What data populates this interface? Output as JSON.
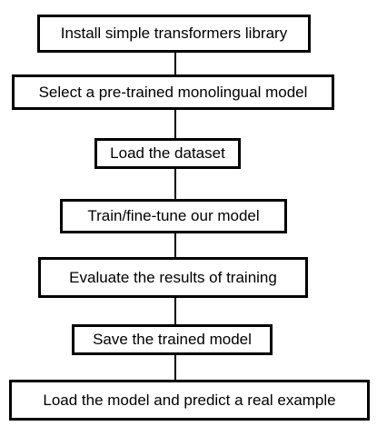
{
  "flowchart": {
    "steps": [
      {
        "id": "s1",
        "label": "Install simple transformers library"
      },
      {
        "id": "s2",
        "label": "Select a pre-trained monolingual model"
      },
      {
        "id": "s3",
        "label": "Load the dataset"
      },
      {
        "id": "s4",
        "label": "Train/fine-tune our model"
      },
      {
        "id": "s5",
        "label": "Evaluate the results of training"
      },
      {
        "id": "s6",
        "label": "Save the trained model"
      },
      {
        "id": "s7",
        "label": "Load the model and predict a real example"
      }
    ],
    "colors": {
      "stroke": "#000000",
      "background": "#ffffff",
      "text": "#000000"
    }
  }
}
